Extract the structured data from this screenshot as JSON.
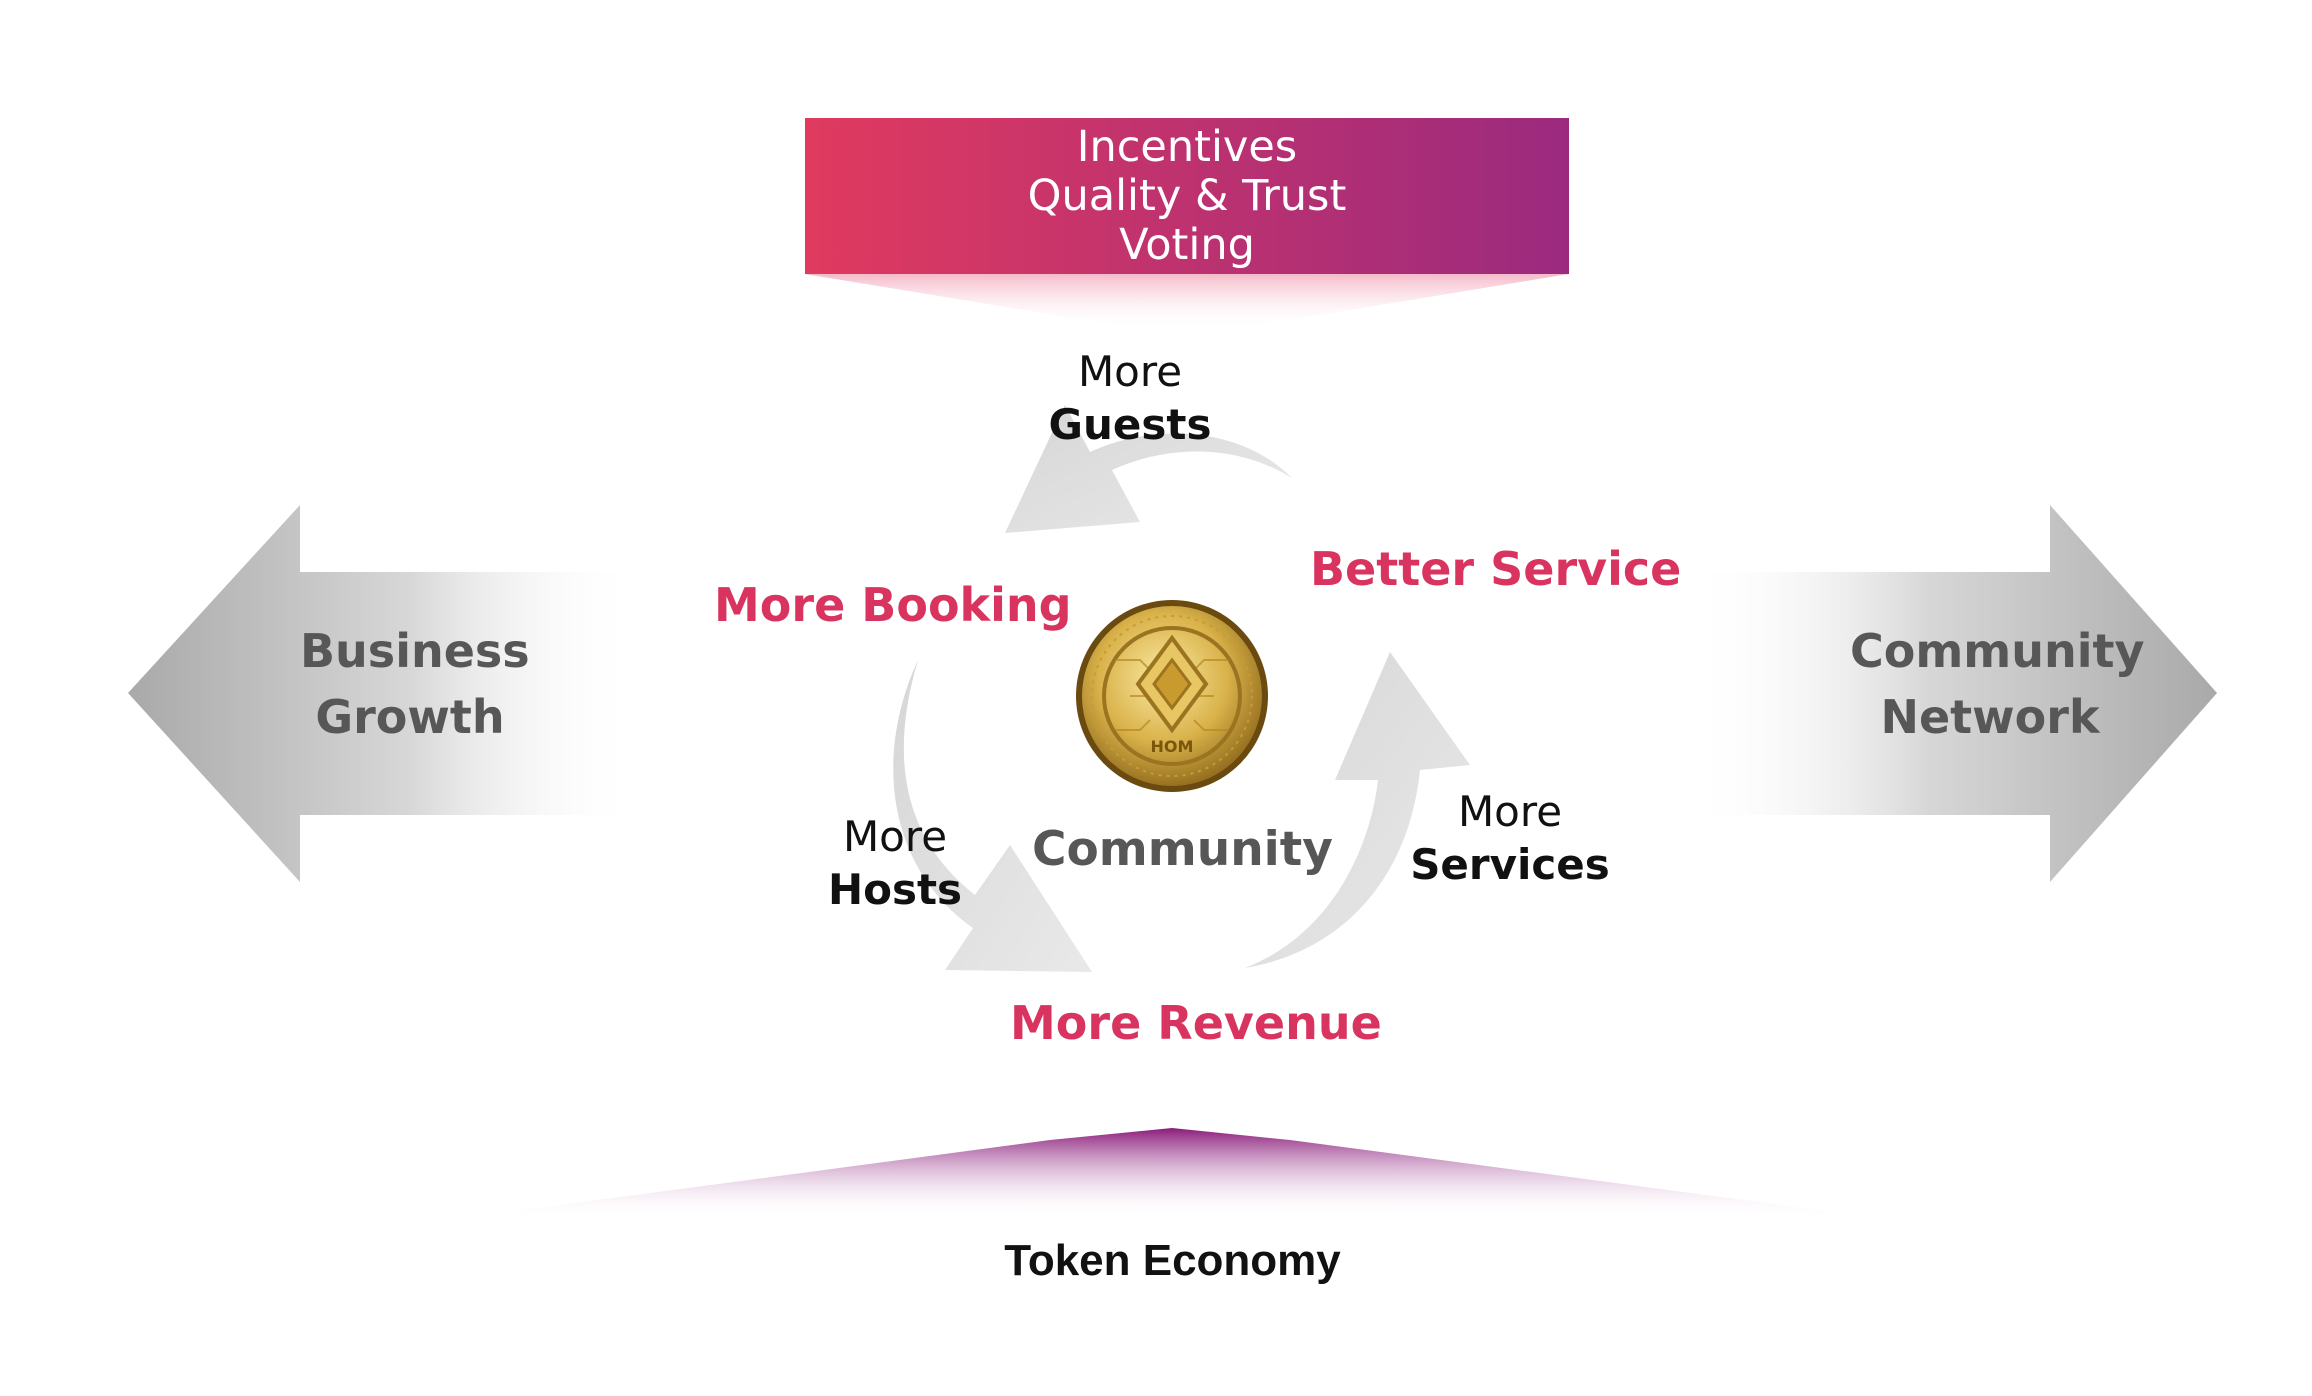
{
  "banner": {
    "lines": [
      "Incentives",
      "Quality & Trust",
      "Voting"
    ],
    "gradient_start": "#e03a5f",
    "gradient_end": "#9b2a7f"
  },
  "left_arrow": {
    "line1": "Business",
    "line2": "Growth"
  },
  "right_arrow": {
    "line1": "Community",
    "line2": "Network"
  },
  "cycle": {
    "guests": {
      "small": "More",
      "bold": "Guests"
    },
    "booking": "More Booking",
    "better_service": "Better Service",
    "hosts": {
      "small": "More",
      "bold": "Hosts"
    },
    "services": {
      "small": "More",
      "bold": "Services"
    },
    "revenue": "More Revenue",
    "center": "Community"
  },
  "coin": {
    "inscription": "HOM",
    "icon": "gold-coin-icon"
  },
  "footer": {
    "label": "Token Economy",
    "accent": "#8a1b7a"
  },
  "colors": {
    "accent_red": "#d9345f",
    "grey_text": "#575757",
    "arrow_grey": "#bdbdbd"
  }
}
